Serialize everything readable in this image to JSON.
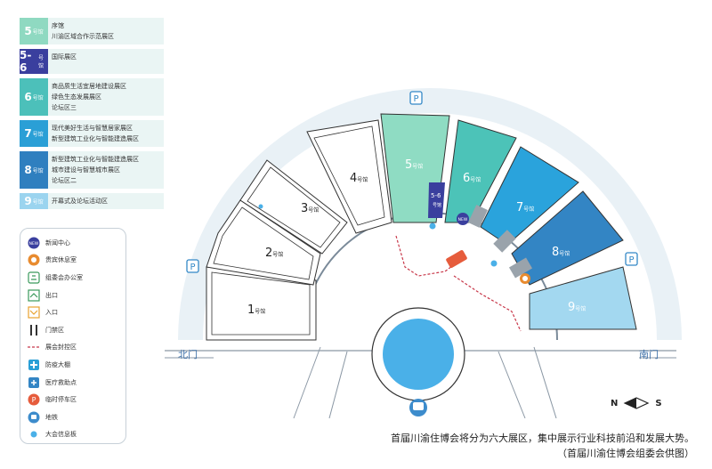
{
  "halls": [
    {
      "badge": "5",
      "suffix": "号馆",
      "color": "#8fd9c1",
      "lines": [
        "序馆",
        "川渝区域合作示范展区"
      ]
    },
    {
      "badge": "5-6",
      "suffix": "号馆",
      "color": "#3a3f9e",
      "lines": [
        "国际展区"
      ]
    },
    {
      "badge": "6",
      "suffix": "号馆",
      "color": "#4cc0ba",
      "lines": [
        "商品质生活宜居地建设展区",
        "绿色生态发展展区",
        "论坛区三"
      ]
    },
    {
      "badge": "7",
      "suffix": "号馆",
      "color": "#2a9fd6",
      "lines": [
        "现代美好生活与智慧居家展区",
        "新型建筑工业化与智能建造展区"
      ]
    },
    {
      "badge": "8",
      "suffix": "号馆",
      "color": "#2f7fbf",
      "lines": [
        "新型建筑工业化与智能建造展区",
        "城市建设与智慧城市展区",
        "论坛区二"
      ]
    },
    {
      "badge": "9",
      "suffix": "号馆",
      "color": "#9bd4ef",
      "lines": [
        "开幕式及论坛活动区"
      ]
    }
  ],
  "legend": [
    {
      "icon": "news-center-icon",
      "label": "新闻中心"
    },
    {
      "icon": "vip-lounge-icon",
      "label": "贵宾休息室"
    },
    {
      "icon": "office-icon",
      "label": "组委会办公室"
    },
    {
      "icon": "exit-icon",
      "label": "出口"
    },
    {
      "icon": "entrance-icon",
      "label": "入口"
    },
    {
      "icon": "turnstile-icon",
      "label": "门禁区"
    },
    {
      "icon": "control-zone-line-icon",
      "label": "展会封控区"
    },
    {
      "icon": "epidemic-tent-icon",
      "label": "防疫大棚"
    },
    {
      "icon": "medical-point-icon",
      "label": "医疗救助点"
    },
    {
      "icon": "parking-icon",
      "label": "临时停车区"
    },
    {
      "icon": "metro-icon",
      "label": "地铁"
    },
    {
      "icon": "info-board-icon",
      "label": "大会信息板"
    }
  ],
  "map": {
    "halls": [
      {
        "num": "1",
        "suffix": "号馆"
      },
      {
        "num": "2",
        "suffix": "号馆"
      },
      {
        "num": "3",
        "suffix": "号馆"
      },
      {
        "num": "4",
        "suffix": "号馆"
      },
      {
        "num": "5",
        "suffix": "号馆"
      },
      {
        "num": "5-6",
        "suffix": "号馆"
      },
      {
        "num": "6",
        "suffix": "号馆"
      },
      {
        "num": "7",
        "suffix": "号馆"
      },
      {
        "num": "8",
        "suffix": "号馆"
      },
      {
        "num": "9",
        "suffix": "号馆"
      }
    ],
    "north_gate": "北门",
    "south_gate": "南门",
    "parking": "P",
    "new_badge": "NEW"
  },
  "compass": {
    "n": "N",
    "s": "S"
  },
  "caption": [
    "首届川渝住博会将分为六大展区，集中展示行业科技前沿和发展大势。",
    "（首届川渝住博会组委会供图）"
  ],
  "colors": {
    "hall5": "#8fdcc3",
    "hall6": "#4cc3b8",
    "hall7": "#2aa3dc",
    "hall8": "#3385c4",
    "hall9": "#a3d8f0",
    "intl": "#3a3f9e"
  }
}
